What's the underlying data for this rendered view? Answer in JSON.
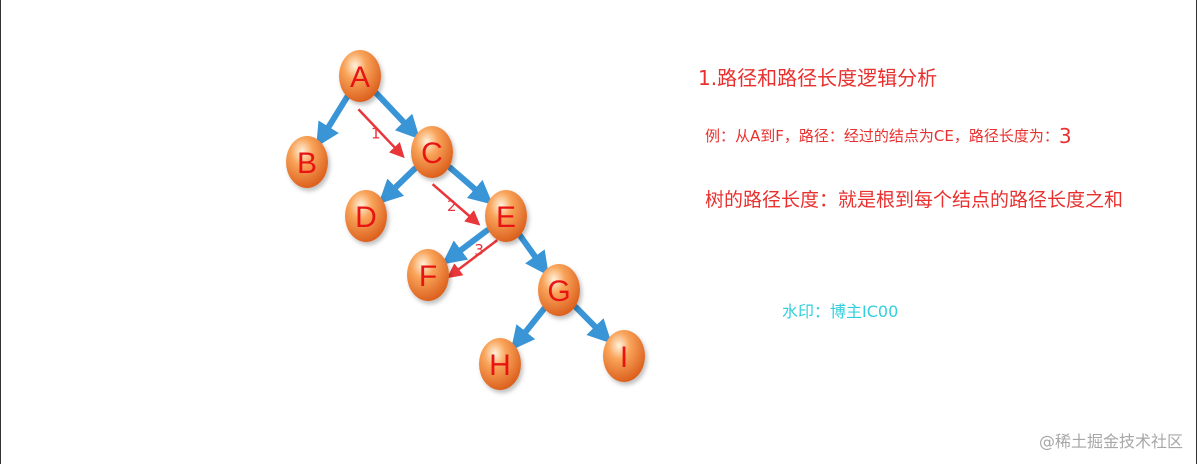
{
  "tree": {
    "nodes": [
      {
        "id": "A",
        "label": "A"
      },
      {
        "id": "B",
        "label": "B"
      },
      {
        "id": "C",
        "label": "C"
      },
      {
        "id": "D",
        "label": "D"
      },
      {
        "id": "E",
        "label": "E"
      },
      {
        "id": "F",
        "label": "F"
      },
      {
        "id": "G",
        "label": "G"
      },
      {
        "id": "H",
        "label": "H"
      },
      {
        "id": "I",
        "label": "I"
      }
    ],
    "edges": [
      {
        "from": "A",
        "to": "B"
      },
      {
        "from": "A",
        "to": "C"
      },
      {
        "from": "C",
        "to": "D"
      },
      {
        "from": "C",
        "to": "E"
      },
      {
        "from": "E",
        "to": "F"
      },
      {
        "from": "E",
        "to": "G"
      },
      {
        "from": "G",
        "to": "H"
      },
      {
        "from": "G",
        "to": "I"
      }
    ],
    "path_steps": [
      {
        "label": "1",
        "from": "A",
        "to": "C"
      },
      {
        "label": "2",
        "from": "C",
        "to": "E"
      },
      {
        "label": "3",
        "from": "E",
        "to": "F"
      }
    ],
    "colors": {
      "node_fill": "#f07a2e",
      "node_label": "#e81414",
      "edge": "#3a95d6",
      "path_arrow": "#e8363a"
    }
  },
  "text": {
    "title": "1.路径和路径长度逻辑分析",
    "example_prefix": "例：从A到F，路径：经过的结点为CE，路径长度为：",
    "example_value": "3",
    "definition": "树的路径长度：就是根到每个结点的路径长度之和",
    "watermark": "水印：博主IC00",
    "footer": "@稀土掘金技术社区"
  }
}
